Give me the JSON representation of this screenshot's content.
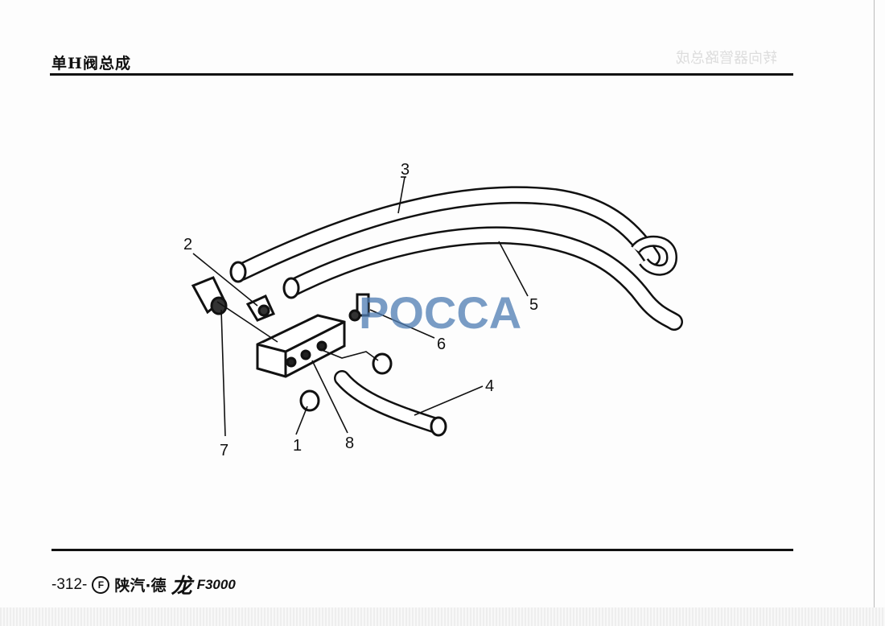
{
  "header": {
    "title": "单H阀总成",
    "ghost_text": "转向器管路总成"
  },
  "diagram": {
    "callouts": [
      "1",
      "2",
      "3",
      "4",
      "5",
      "6",
      "7",
      "8"
    ],
    "watermark": "POCCA"
  },
  "footer": {
    "page_number": "-312-",
    "logo_mark": "F",
    "brand": "陕汽·德",
    "brand_glyph": "龙",
    "model": "F3000"
  }
}
